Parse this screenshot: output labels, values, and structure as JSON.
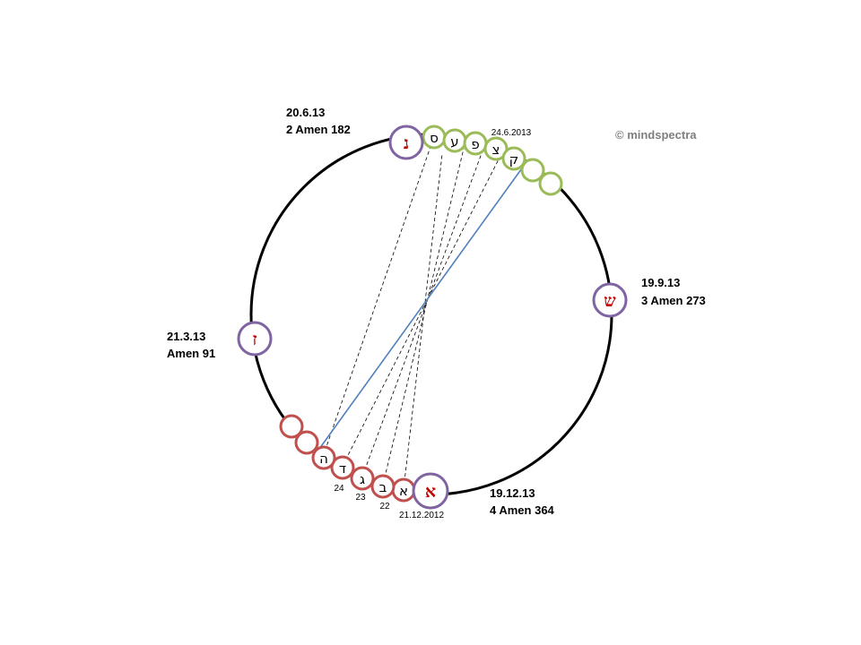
{
  "copyright": "© mindspectra",
  "quarters": [
    {
      "id": "west",
      "letter": "ז",
      "date": "21.3.13",
      "amen": "Amen 91"
    },
    {
      "id": "top",
      "letter": "נ",
      "date": "20.6.13",
      "amen": "2 Amen 182"
    },
    {
      "id": "east",
      "letter": "ש",
      "date": "19.9.13",
      "amen": "3 Amen 273"
    },
    {
      "id": "bottom",
      "letter": "א",
      "date": "19.12.13",
      "amen": "4 Amen 364"
    }
  ],
  "green_letters": [
    "ס",
    "ע",
    "פ",
    "צ",
    "ק",
    "",
    ""
  ],
  "green_date": "24.6.2013",
  "red_letters": [
    "א",
    "ב",
    "ג",
    "ד",
    "ה",
    "",
    ""
  ],
  "red_numbers": [
    "22",
    "23",
    "24"
  ],
  "red_date": "21.12.2012",
  "colors": {
    "circle": "#000000",
    "quarter_ring": "#8064a2",
    "quarter_letter": "#c00000",
    "green_ring": "#9bbb59",
    "red_ring": "#c0504d",
    "axis_line": "#4f81bd",
    "dashed_line": "#000000"
  }
}
